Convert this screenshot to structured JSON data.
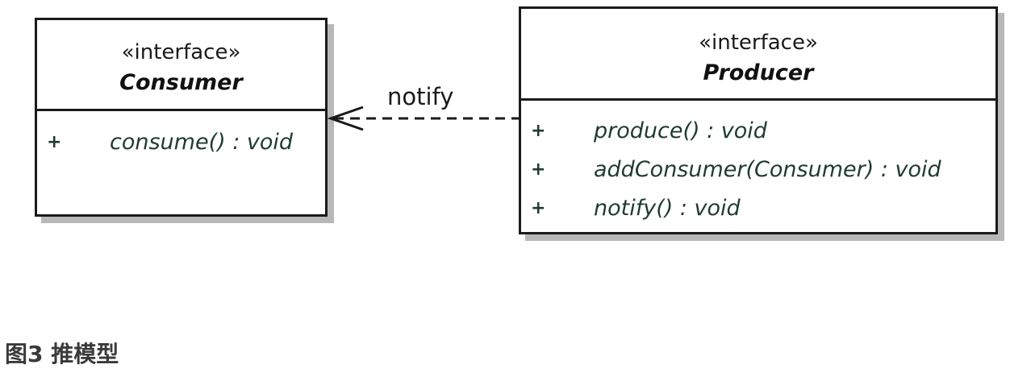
{
  "diagram": {
    "classes": [
      {
        "id": "consumer",
        "stereotype": "«interface»",
        "name": "Consumer",
        "operations": [
          {
            "visibility": "+",
            "signature": "consume() : void"
          }
        ]
      },
      {
        "id": "producer",
        "stereotype": "«interface»",
        "name": "Producer",
        "operations": [
          {
            "visibility": "+",
            "signature": "produce() : void"
          },
          {
            "visibility": "+",
            "signature": "addConsumer(Consumer) : void"
          },
          {
            "visibility": "+",
            "signature": "notify() : void"
          }
        ]
      }
    ],
    "relations": [
      {
        "from": "Producer",
        "to": "Consumer",
        "type": "dependency",
        "label": "notify"
      }
    ]
  },
  "caption": "图3 推模型",
  "colors": {
    "line": "#1a1a1a",
    "shadow": "#b8b8b8",
    "operation_text": "#1f3b33"
  }
}
